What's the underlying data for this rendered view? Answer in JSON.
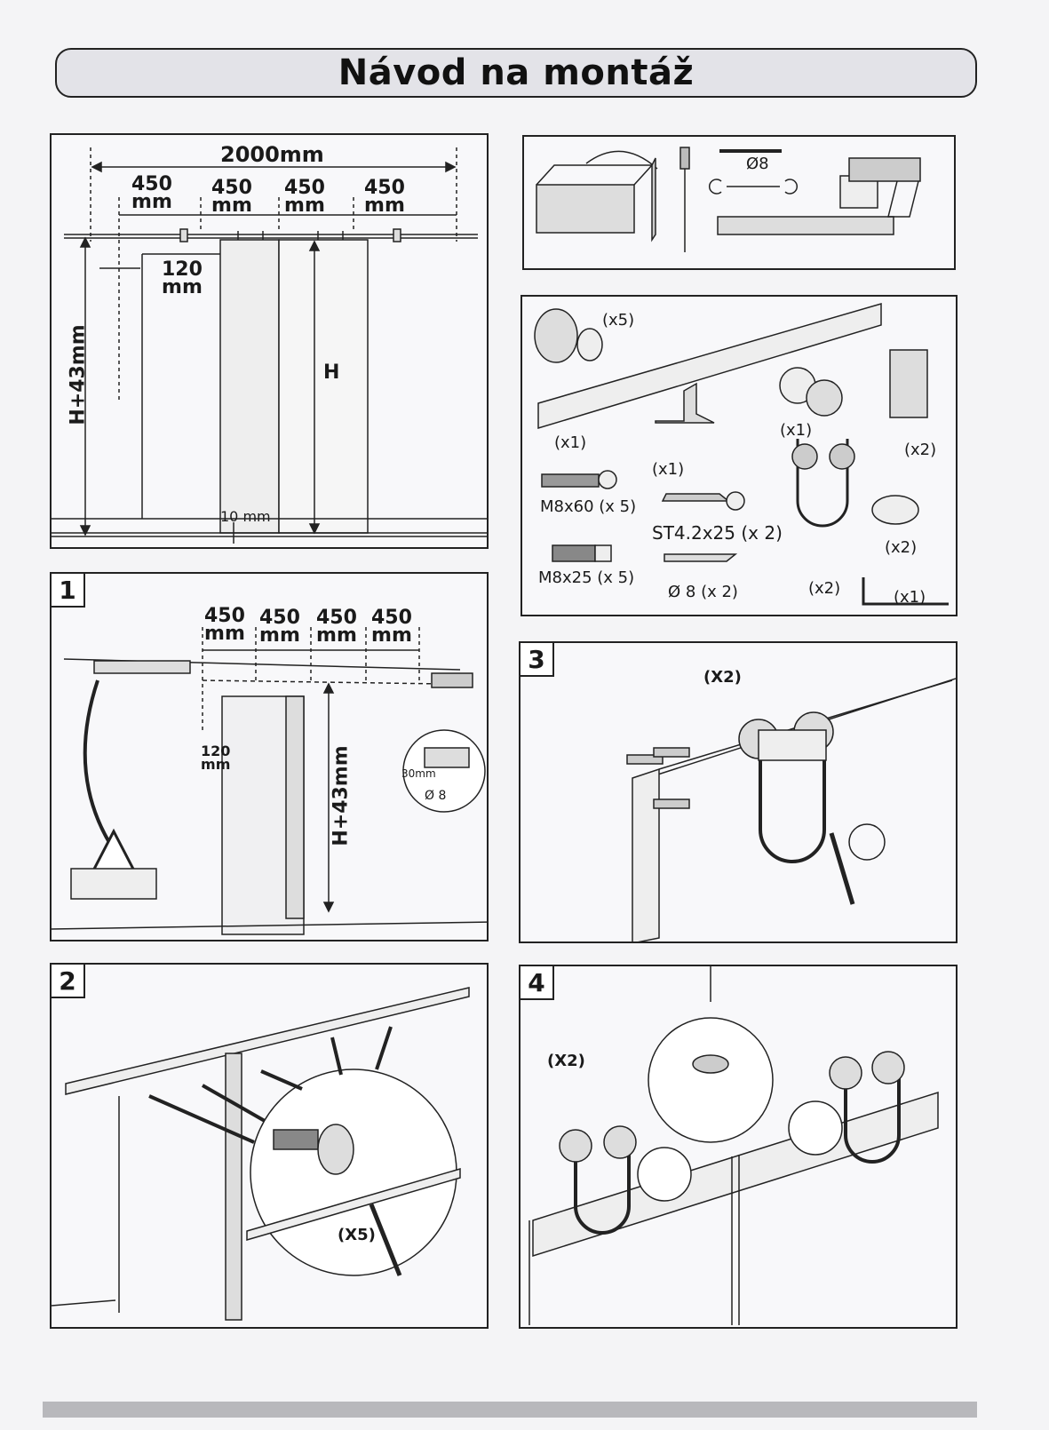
{
  "title": "Návod na montáž",
  "overview": {
    "total": "2000mm",
    "spacing": [
      "450\nmm",
      "450\nmm",
      "450\nmm",
      "450\nmm"
    ],
    "offset": "120\nmm",
    "height": "H+43mm",
    "h": "H",
    "gap": "10 mm"
  },
  "tools": {
    "drill_bit": "Ø8"
  },
  "parts": {
    "spacer": "(x5)",
    "rail": "(x1)",
    "guide": "(x1)",
    "stop": "(x1)",
    "bracket": "(x2)",
    "bolt_long": "M8x60 (x 5)",
    "screw": "ST4.2x25 (x 2)",
    "bolt_short": "M8x25 (x 5)",
    "anchor": "Ø 8 (x 2)",
    "hanger": "(x2)",
    "stopper": "(x2)",
    "key": "(x1)"
  },
  "steps": [
    {
      "num": "1",
      "spacing": [
        "450\nmm",
        "450\nmm",
        "450\nmm",
        "450\nmm"
      ],
      "offset": "120\nmm",
      "height": "H+43mm",
      "drill_depth": "30mm",
      "drill_dia": "Ø 8"
    },
    {
      "num": "2",
      "qty": "(X5)"
    },
    {
      "num": "3",
      "qty": "(X2)"
    },
    {
      "num": "4",
      "qty": "(X2)"
    }
  ]
}
